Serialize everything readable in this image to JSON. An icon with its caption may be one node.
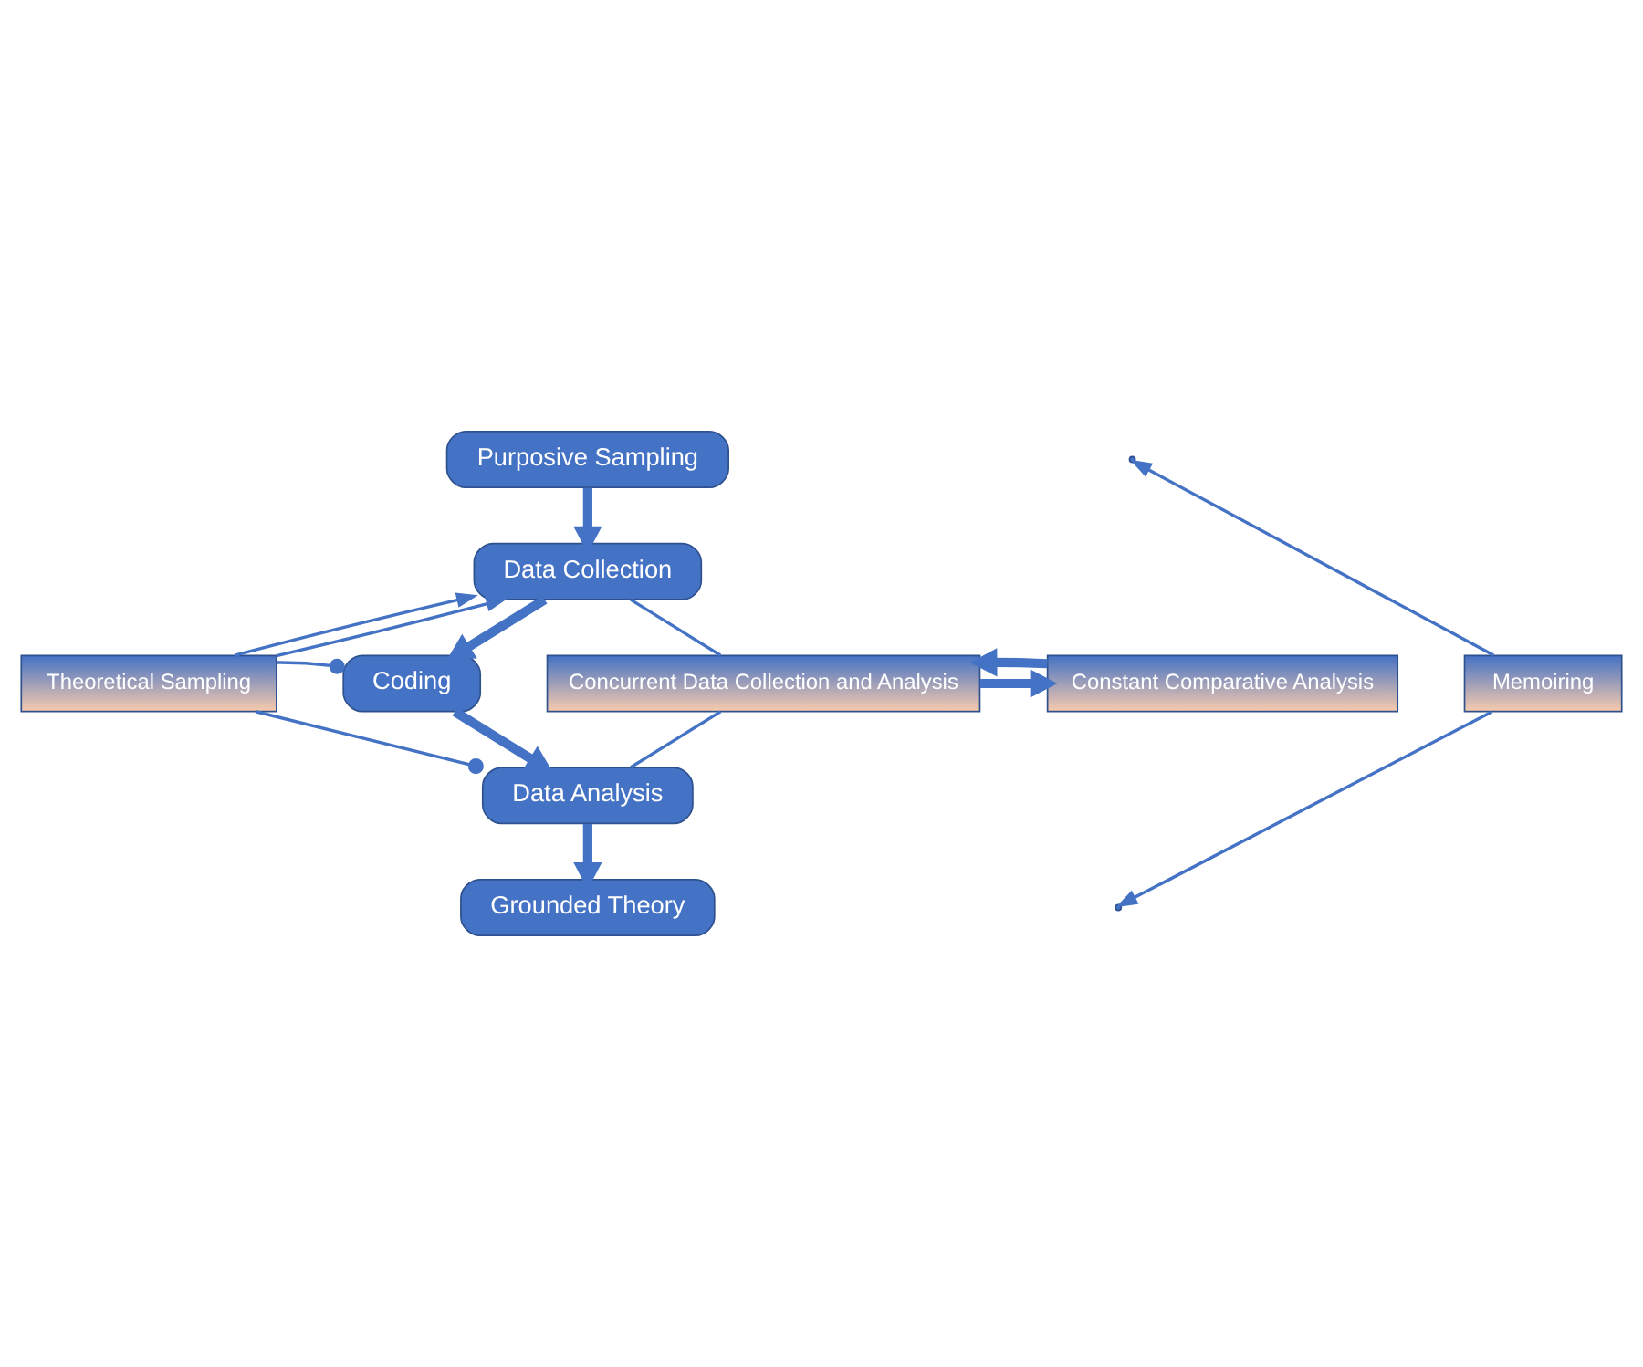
{
  "diagram": {
    "nodes": [
      {
        "text": [
          "Purposive Sampling"
        ]
      },
      {
        "text": [
          "Data Collection"
        ]
      },
      {
        "text": [
          "Coding"
        ]
      },
      {
        "text": [
          "Data Analysis"
        ]
      },
      {
        "text": [
          "Grounded Theory"
        ]
      },
      {
        "text": [
          "Theoretical Sampling"
        ]
      },
      {
        "text": [
          "Concurrent Data Collection and Analysis"
        ]
      },
      {
        "text": [
          "Constant Comparative Analysis"
        ]
      },
      {
        "text": [
          "Memoiring"
        ]
      }
    ],
    "edges": [
      {
        "from": 0,
        "to": 1,
        "arrow": "to",
        "style": "thick"
      },
      {
        "from": 1,
        "to": 2,
        "arrow": "to",
        "style": "thick"
      },
      {
        "from": 2,
        "to": 3,
        "arrow": "to",
        "style": "thick"
      },
      {
        "from": 3,
        "to": 4,
        "arrow": "to",
        "style": "thick"
      },
      {
        "from": 5,
        "to": 1,
        "arrow": "to"
      },
      {
        "from": 5,
        "to": 2,
        "arrow": "other"
      },
      {
        "from": 5,
        "to": 1,
        "arrow": "to"
      },
      {
        "from": 5,
        "to": 3,
        "arrow": "other"
      },
      {
        "from": 1,
        "to": 6,
        "arrow": "none"
      },
      {
        "from": 3,
        "to": 6,
        "arrow": "none"
      },
      {
        "from": 6,
        "to": 7,
        "arrow": "to",
        "style": "thick"
      },
      {
        "from": 7,
        "to": 6,
        "arrow": "to",
        "style": "thick"
      },
      {
        "from": 8,
        "to": null,
        "arrow": "to"
      },
      {
        "from": 8,
        "to": null,
        "arrow": "to"
      }
    ]
  }
}
